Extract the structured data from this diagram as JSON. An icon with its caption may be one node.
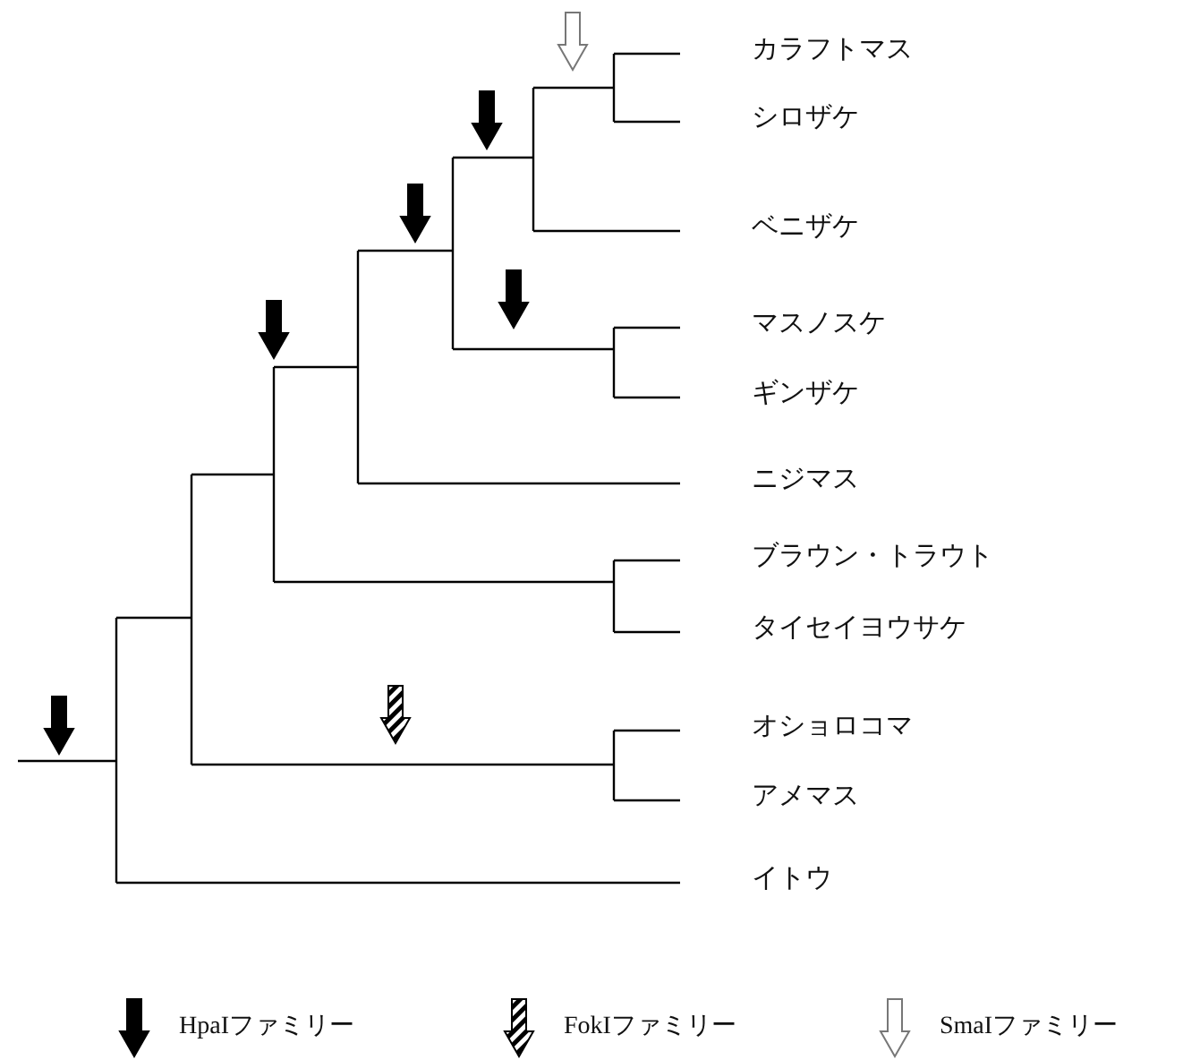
{
  "diagram": {
    "labels": [
      "カラフトマス",
      "シロザケ",
      "ベニザケ",
      "マスノスケ",
      "ギンザケ",
      "ニジマス",
      "ブラウン・トラウト",
      "タイセイヨウサケ",
      "オショロコマ",
      "アメマス",
      "イトウ"
    ],
    "legend": [
      {
        "text": "HpaIファミリー"
      },
      {
        "text": "FokIファミリー"
      },
      {
        "text": "SmaIファミリー"
      }
    ]
  }
}
